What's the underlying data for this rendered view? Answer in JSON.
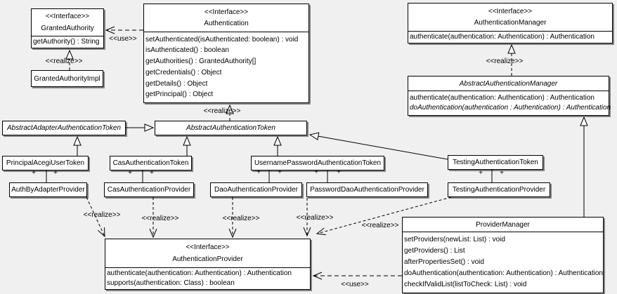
{
  "diagram_type": "uml-class-diagram",
  "colors": {
    "canvas": "#f0f0f0",
    "box_fill": "#ffffff",
    "line": "#000000",
    "shadow": "#888888"
  },
  "classes": [
    {
      "id": "granted-authority",
      "stereotype": "<<Interface>>",
      "name": "GrantedAuthority",
      "italic": false,
      "methods": [
        "getAuthority() : String"
      ]
    },
    {
      "id": "granted-authority-impl",
      "name": "GrantedAuthorityImpl",
      "italic": false,
      "methods": []
    },
    {
      "id": "authentication",
      "stereotype": "<<Interface>>",
      "name": "Authentication",
      "italic": false,
      "methods": [
        "setAuthenticated(isAuthenticated: boolean) : void",
        "isAuthenticated() : boolean",
        "getAuthorities() : GrantedAuthority[]",
        "getCredentials() : Object",
        "getDetails() : Object",
        "getPrincipal() : Object"
      ]
    },
    {
      "id": "authentication-manager",
      "stereotype": "<<Interface>>",
      "name": "AuthenticationManager",
      "italic": false,
      "methods": [
        "authenticate(authentication: Authentication) : Authentication"
      ]
    },
    {
      "id": "abstract-authentication-manager",
      "name": "AbstractAuthenticationManager",
      "italic": true,
      "methods": [
        "authenticate(authentication: Authentication) : Authentication",
        "doAuthentication(authentication : Authentication) : Authentication"
      ],
      "italic_methods": [
        1
      ]
    },
    {
      "id": "abstract-adapter-authentication-token",
      "name": "AbstractAdapterAuthenticationToken",
      "italic": true,
      "methods": []
    },
    {
      "id": "abstract-authentication-token",
      "name": "AbstractAuthenticationToken",
      "italic": true,
      "methods": []
    },
    {
      "id": "principal-acegi-user-token",
      "name": "PrincipalAcegiUserToken",
      "italic": false,
      "methods": []
    },
    {
      "id": "cas-authentication-token",
      "name": "CasAuthenticationToken",
      "italic": false,
      "methods": []
    },
    {
      "id": "username-password-authentication-token",
      "name": "UsernamePasswordAuthenticationToken",
      "italic": false,
      "methods": []
    },
    {
      "id": "testing-authentication-token",
      "name": "TestingAuthenticationToken",
      "italic": false,
      "methods": []
    },
    {
      "id": "auth-by-adapter-provider",
      "name": "AuthByAdapterProvider",
      "italic": false,
      "methods": []
    },
    {
      "id": "cas-authentication-provider",
      "name": "CasAuthenticationProvider",
      "italic": false,
      "methods": []
    },
    {
      "id": "dao-authentication-provider",
      "name": "DaoAuthenticationProvider",
      "italic": false,
      "methods": []
    },
    {
      "id": "password-dao-authentication-provider",
      "name": "PasswordDaoAuthenticationProvider",
      "italic": false,
      "methods": []
    },
    {
      "id": "testing-authentication-provider",
      "name": "TestingAuthenticationProvider",
      "italic": false,
      "methods": []
    },
    {
      "id": "authentication-provider",
      "stereotype": "<<Interface>>",
      "name": "AuthenticationProvider",
      "italic": false,
      "methods": [
        "authenticate(authentication: Authentication) : Authentication",
        "supports(authentication: Class) : boolean"
      ]
    },
    {
      "id": "provider-manager",
      "name": "ProviderManager",
      "italic": false,
      "methods": [
        "setProviders(newList: List) : void",
        "getProviders() : List",
        "afterPropertiesSet() : void",
        "doAuthentication(authentication: Authentication) : Authentication",
        "checkIfValidList(listToCheck: List) : void"
      ]
    }
  ],
  "labels": [
    {
      "id": "use-authentication",
      "kind": "use-stereotype-label",
      "text": "<<use>>"
    },
    {
      "id": "realize-grantedauthority",
      "kind": "realize-stereotype-label",
      "text": "<<realize>>"
    },
    {
      "id": "realize-authentication",
      "kind": "realize-stereotype-label",
      "text": "<<realize>>"
    },
    {
      "id": "realize-authenticationmanager",
      "kind": "realize-stereotype-label",
      "text": "<<realize>>"
    },
    {
      "id": "realize-authbyadapter",
      "kind": "realize-stereotype-label",
      "text": "<<realize>>"
    },
    {
      "id": "realize-cas",
      "kind": "realize-stereotype-label",
      "text": "<<realize>>"
    },
    {
      "id": "realize-dao",
      "kind": "realize-stereotype-label",
      "text": "<<realize>>"
    },
    {
      "id": "realize-passworddao",
      "kind": "realize-stereotype-label",
      "text": "<<realize>>"
    },
    {
      "id": "realize-testing",
      "kind": "realize-stereotype-label",
      "text": "<<realize>>"
    },
    {
      "id": "use-authenticationprovider",
      "kind": "use-stereotype-label",
      "text": "<<use>>"
    },
    {
      "id": "plus-1a",
      "kind": "plus-multiplicity-label",
      "text": "+"
    },
    {
      "id": "plus-1b",
      "kind": "plus-multiplicity-label",
      "text": "+"
    },
    {
      "id": "plus-2a",
      "kind": "plus-multiplicity-label",
      "text": "+"
    },
    {
      "id": "plus-2b",
      "kind": "plus-multiplicity-label",
      "text": "+"
    },
    {
      "id": "plus-3a",
      "kind": "plus-multiplicity-label",
      "text": "+"
    },
    {
      "id": "plus-3b",
      "kind": "plus-multiplicity-label",
      "text": "+"
    },
    {
      "id": "plus-4a",
      "kind": "plus-multiplicity-label",
      "text": "+"
    },
    {
      "id": "plus-4b",
      "kind": "plus-multiplicity-label",
      "text": "+"
    },
    {
      "id": "plus-5a",
      "kind": "plus-multiplicity-label",
      "text": "+"
    },
    {
      "id": "plus-5b",
      "kind": "plus-multiplicity-label",
      "text": "+"
    }
  ]
}
